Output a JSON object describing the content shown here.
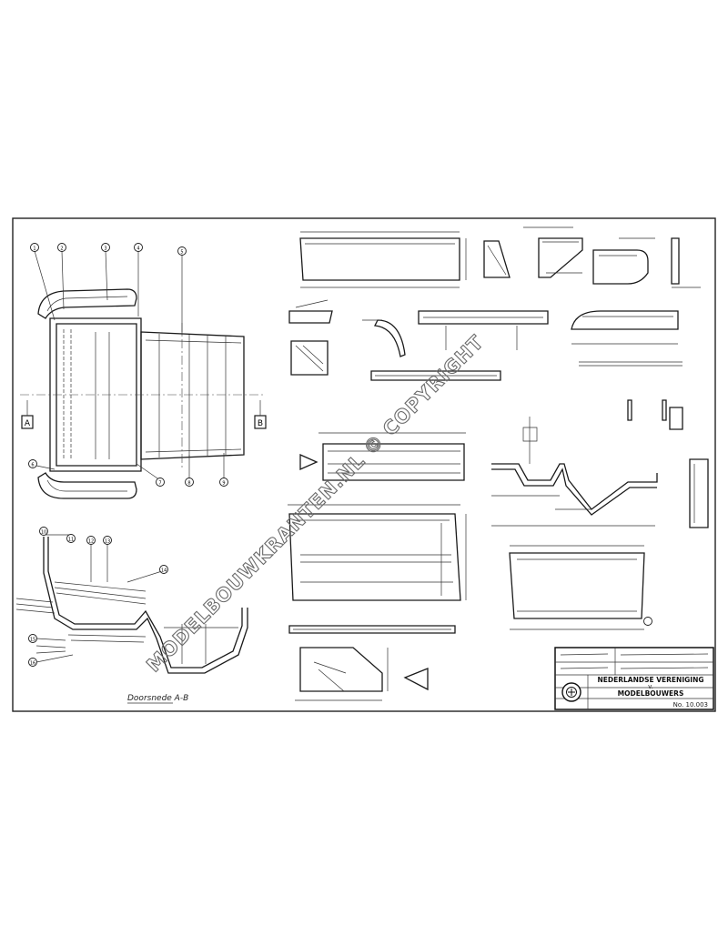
{
  "drawing": {
    "watermark": "MODELBOUWKRANTEN.NL © COPYRIGHT",
    "section_label": "Doorsnede A-B",
    "markers": {
      "a": "A",
      "b": "B"
    },
    "callouts": [
      "1",
      "2",
      "3",
      "4",
      "5",
      "6",
      "7",
      "8",
      "9",
      "10",
      "11",
      "12",
      "13",
      "14",
      "15",
      "16"
    ],
    "title_block": {
      "org_line1": "NEDERLANDSE VERENIGING",
      "org_line2": "v.",
      "org_line3": "MODELBOUWERS",
      "drawing_no": "No. 10.003"
    }
  }
}
